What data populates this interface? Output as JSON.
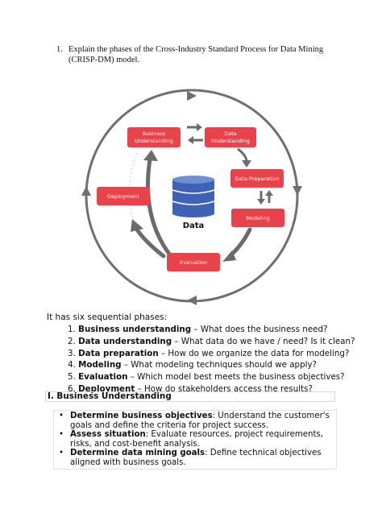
{
  "question": {
    "number": "1.",
    "text": "Explain the phases of the Cross-Industry Standard Process for Data Mining (CRISP-DM) model."
  },
  "diagram": {
    "center_label": "Data",
    "boxes": {
      "business_understanding": [
        "Business",
        "Understanding"
      ],
      "data_understanding": [
        "Data",
        "Understanding"
      ],
      "data_preparation": "Data Preparation",
      "modeling": "Modeling",
      "evaluation": "Evaluation",
      "deployment": "Deployment"
    },
    "colors": {
      "box": "#e8434a",
      "arrow": "#6b6b6b",
      "ring": "#6f6f6f",
      "database": "#3e63b6"
    }
  },
  "intro": "It has six sequential phases:",
  "phases": [
    {
      "num": "1.",
      "title": "Business understanding",
      "desc": " – What does the business need?"
    },
    {
      "num": "2.",
      "title": "Data understanding",
      "desc": " – What data do we have / need? Is it clean?"
    },
    {
      "num": "3.",
      "title": "Data preparation",
      "desc": " – How do we organize the data for modeling?"
    },
    {
      "num": "4.",
      "title": "Modeling",
      "desc": " – What modeling techniques should we apply?"
    },
    {
      "num": "5.",
      "title": "Evaluation",
      "desc": " – Which model best meets the business objectives?"
    },
    {
      "num": "6.",
      "title": "Deployment",
      "desc": " – How do stakeholders access the results?"
    }
  ],
  "section": {
    "heading": "I. Business Understanding",
    "bullets": [
      {
        "title": "Determine business objectives",
        "text": ": Understand the customer's goals and define the criteria for project success."
      },
      {
        "title": "Assess situation",
        "text": ": Evaluate resources, project requirements, risks, and cost-benefit analysis."
      },
      {
        "title": "Determine data mining goals",
        "text": ": Define technical objectives aligned with business goals."
      }
    ]
  }
}
